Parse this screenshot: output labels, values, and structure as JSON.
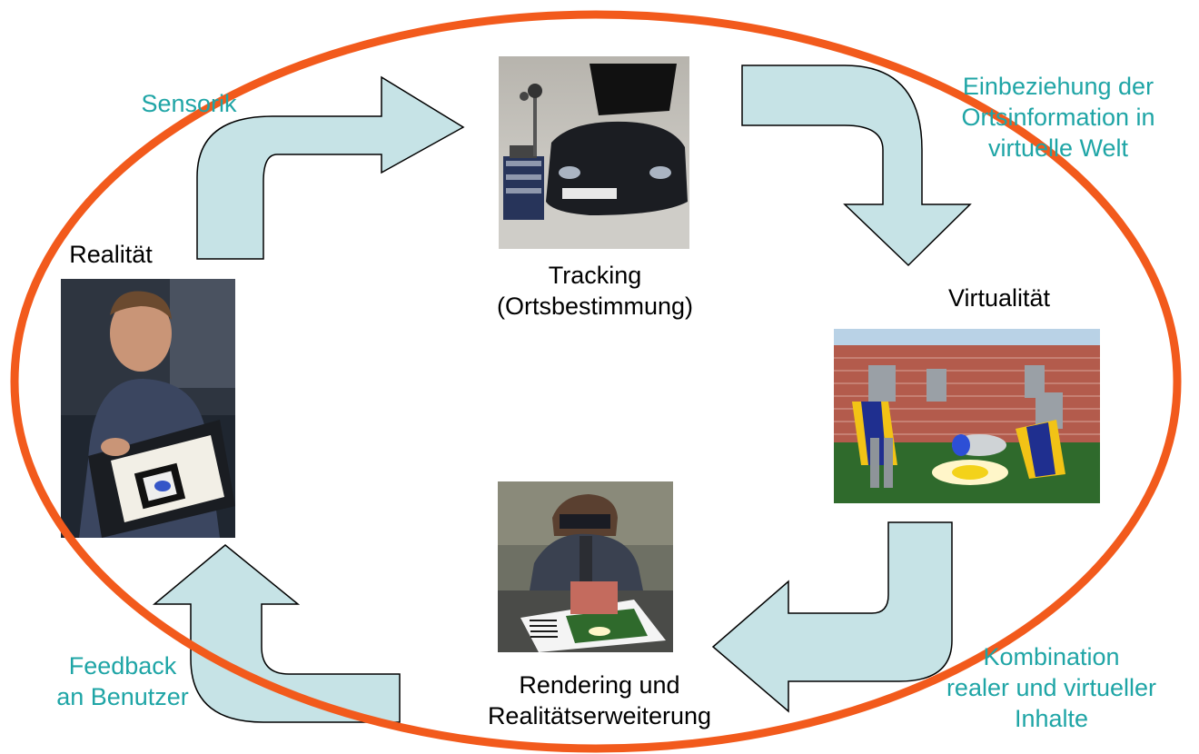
{
  "colors": {
    "cycle_ellipse": "#f25a1c",
    "arrow_fill": "#c6e3e6",
    "arrow_stroke": "#000000",
    "stage_label": "#000000",
    "transition_label": "#1fa5a6"
  },
  "stages": {
    "realitaet": {
      "label": "Realität",
      "image": "photo-person-reading-ar-book"
    },
    "tracking": {
      "line1": "Tracking",
      "line2": "(Ortsbestimmung)",
      "image": "photo-car-with-tracking-camera"
    },
    "virtualitaet": {
      "label": "Virtualität",
      "image": "render-virtual-characters-scene"
    },
    "rendering": {
      "line1": "Rendering und",
      "line2": "Realitätserweiterung",
      "image": "photo-person-with-hmd-at-table"
    }
  },
  "transitions": {
    "sensorik": {
      "line1": "Sensorik"
    },
    "einbeziehung": {
      "line1": "Einbeziehung der",
      "line2": "Ortsinformation in",
      "line3": "virtuelle Welt"
    },
    "kombination": {
      "line1": "Kombination",
      "line2": "realer und virtueller",
      "line3": "Inhalte"
    },
    "feedback": {
      "line1": "Feedback",
      "line2": "an Benutzer"
    }
  }
}
